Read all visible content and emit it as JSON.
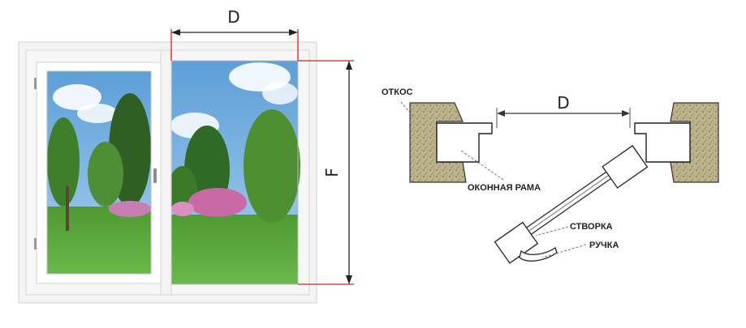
{
  "window_diagram": {
    "width_label": "D",
    "height_label": "F"
  },
  "section_diagram": {
    "width_label": "D",
    "labels": {
      "reveal": "ОТКОС",
      "frame": "ОКОННАЯ РАМА",
      "sash": "СТВОРКА",
      "handle": "РУЧКА"
    }
  },
  "colors": {
    "dimension_line": "#cc2222",
    "frame": "#f2f2f2",
    "sky": "#7fb6e3",
    "grass": "#5aa63a",
    "wall_fill": "#bdb48e"
  }
}
